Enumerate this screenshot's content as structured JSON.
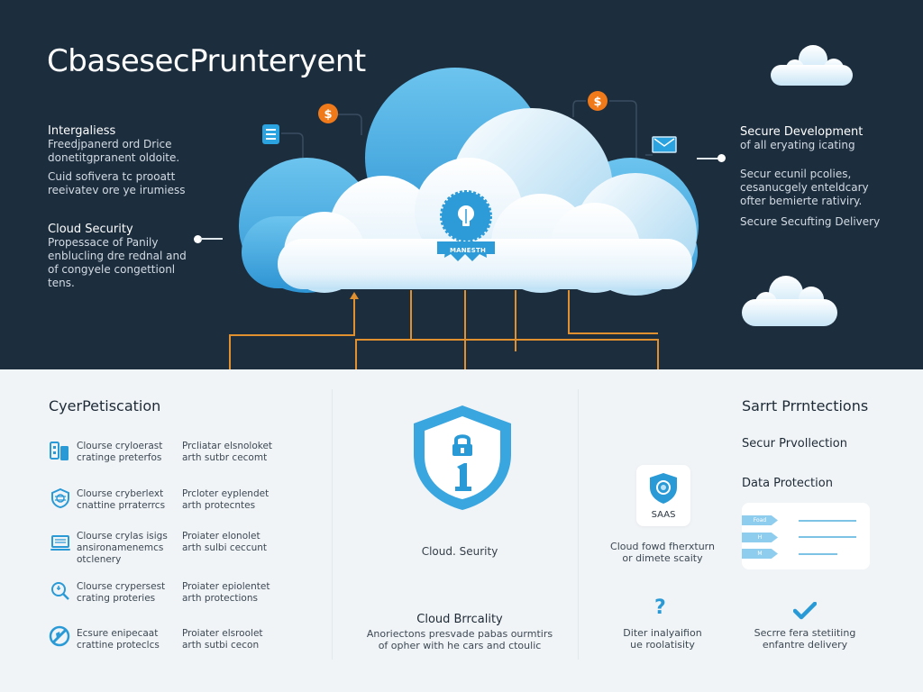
{
  "header": {
    "title": "CbasesecPrunteryent"
  },
  "top_left": {
    "block1": {
      "heading": "Intergaliess",
      "lines": [
        "Freedjpanerd ord Drice",
        "donetitgpranent oldoite."
      ],
      "lines2": [
        "Cuid sofivera tc prooatt",
        "reeivatev ore ye irumiess"
      ]
    },
    "block2": {
      "heading": "Cloud Security",
      "lines": [
        "Propessace of Panily",
        "enblucling dre rednal and",
        "of congyele congettionl",
        "tens."
      ]
    }
  },
  "top_right": {
    "block1": {
      "heading": "Secure Development",
      "lines": [
        "of all eryating icating"
      ]
    },
    "block2": {
      "lines": [
        "Secur ecunil pcolies,",
        "cesanucgely enteldcary",
        "ofter bemierte rativiry."
      ]
    },
    "block3": {
      "heading": "Secure Secufting Delivery"
    }
  },
  "cloud": {
    "badge_label": "MANESTH",
    "icons": [
      "document-icon",
      "dollar-coin-icon",
      "pound-coin-icon",
      "mail-icon",
      "lightbulb-badge-icon"
    ]
  },
  "left_section": {
    "title": "CyerPetiscation",
    "rows": [
      {
        "icon": "devices-icon",
        "col1": [
          "Clourse cryloerast",
          "cratinge preterfos"
        ],
        "col2": [
          "Prcliatar elsnoloket",
          "arth sutbr cecomt"
        ]
      },
      {
        "icon": "shield-network-icon",
        "col1": [
          "Clourse cryberlext",
          "cnattine prraterrcs"
        ],
        "col2": [
          "Prcloter eyplendet",
          "arth protecntes"
        ]
      },
      {
        "icon": "laptop-icon",
        "col1": [
          "Clourse crylas isigs",
          "ansironamenemcs",
          "otclenery"
        ],
        "col2": [
          "Proiater elonolet",
          "arth sulbi ceccunt"
        ]
      },
      {
        "icon": "search-bug-icon",
        "col1": [
          "Clourse crypersest",
          "crating proteries"
        ],
        "col2": [
          "Proiater epiolentet",
          "arth protections"
        ]
      },
      {
        "icon": "globe-block-icon",
        "col1": [
          "Ecsure enipecaat",
          "crattine proteclcs"
        ],
        "col2": [
          "Proiater elsroolet",
          "arth sutbi cecon"
        ]
      }
    ]
  },
  "center_section": {
    "shield_caption": "Cloud. Seurity",
    "heading": "Cloud Brrcality",
    "lines": [
      "Anoriectons presvade pabas ourmtirs",
      "of opher with he cars and ctoulic"
    ]
  },
  "right_section": {
    "title": "Sarrt Prrntections",
    "sub1": "Secur Prvollection",
    "sub2": "Data Protection",
    "saas_label": "SAAS",
    "saas_caption": [
      "Cloud fowd fherxturn",
      "or dimete scaity"
    ],
    "dp_tags": [
      "Foad",
      "H",
      "M"
    ],
    "question_caption": [
      "Diter inalyaifion",
      "ue roolatisity"
    ],
    "check_caption": [
      "Secrre fera stetiiting",
      "enfantre delivery"
    ]
  },
  "colors": {
    "dark_bg": "#1c2d3e",
    "light_bg": "#f1f4f7",
    "accent_blue": "#2c9ad6",
    "orange": "#f07a1a"
  }
}
